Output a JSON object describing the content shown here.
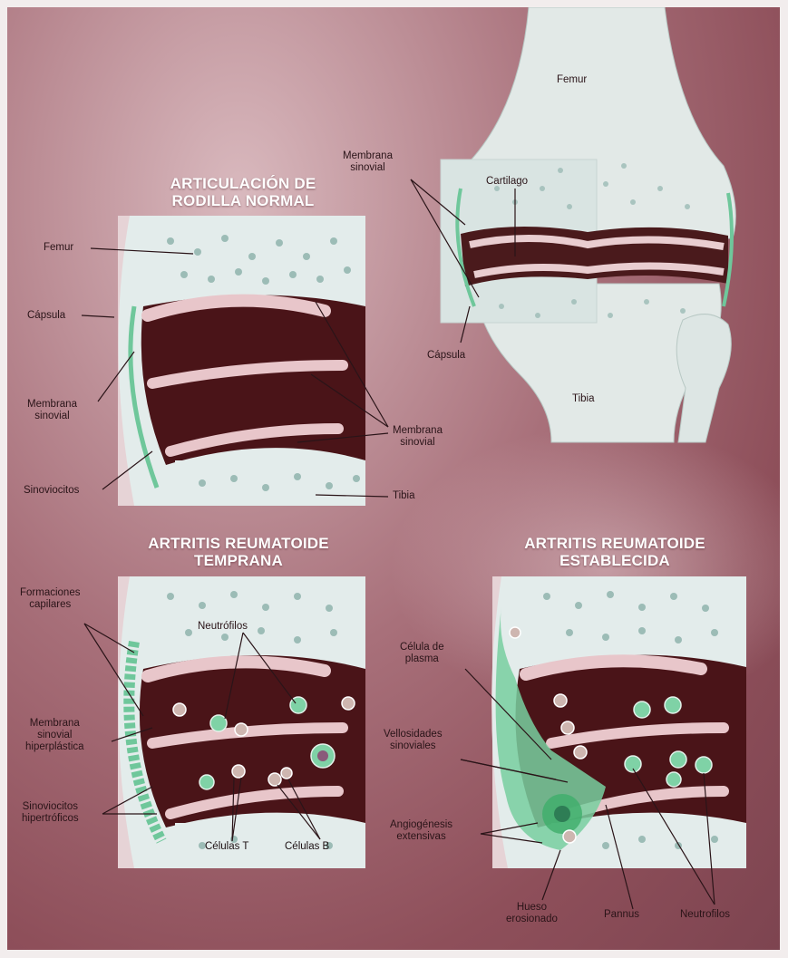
{
  "titles": {
    "normal": "ARTICULACIÓN DE\nRODILLA NORMAL",
    "early": "ARTRITIS REUMATOIDE\nTEMPRANA",
    "established": "ARTRITIS REUMATOIDE\nESTABLECIDA"
  },
  "knee": {
    "femur": "Femur",
    "membrana": "Membrana\nsinovial",
    "cartilago": "Cartilago",
    "capsula": "Cápsula",
    "tibia": "Tibia"
  },
  "normal": {
    "femur": "Femur",
    "capsula": "Cápsula",
    "membrana_left": "Membrana\nsinovial",
    "membrana_right": "Membrana\nsinovial",
    "sinoviocitos": "Sinoviocitos",
    "tibia": "Tibia"
  },
  "early": {
    "formaciones": "Formaciones\ncapilares",
    "neutrofilos": "Neutrófilos",
    "membrana": "Membrana\nsinovial\nhiperplástica",
    "sinoviocitos": "Sinoviocitos\nhipertróficos",
    "celulas_t": "Células T",
    "celulas_b": "Células B"
  },
  "established": {
    "plasma": "Célula de\nplasma",
    "vellosidades": "Vellosidades\nsinoviales",
    "angiogenesis": "Angiogénesis\nextensivas",
    "hueso": "Hueso\nerosionado",
    "pannus": "Pannus",
    "neutrofilos": "Neutrofilos"
  },
  "colors": {
    "bone": "#e3eceb",
    "bone_dots": "#8fb3ad",
    "cavity": "#4a1418",
    "cartilage": "#e7c9cc",
    "synovial": "#6fc79b",
    "background": "#9a5e69"
  }
}
